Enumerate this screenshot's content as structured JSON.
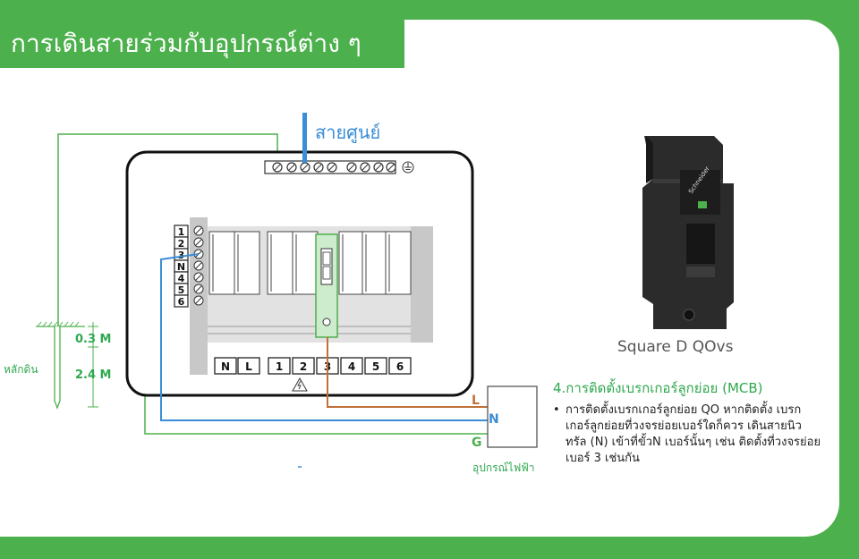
{
  "title": "การเดินสายร่วมกับอุปกรณ์ต่าง ๆ",
  "neutral_wire_label": "สายศูนย์",
  "product": {
    "brand": "Schneider",
    "model_label": "Square D QOvs"
  },
  "section": {
    "heading": "4.การติดตั้งเบรกเกอร์ลูกย่อย (MCB)",
    "bullet": "•",
    "text": "การติดตั้งเบรกเกอร์ลูกย่อย QO หากติดตั้ง เบรกเกอร์ลูกย่อยที่วงจรย่อยเบอร์ใดก็ควร เดินสายนิวทรัล (N) เข้าที่ขั้วN เบอร์นั้นๆ เช่น ติดตั้งที่วงจรย่อยเบอร์ 3 เช่นกัน"
  },
  "panel_labels": {
    "left_terminals": [
      "1",
      "2",
      "3",
      "N",
      "4",
      "5",
      "6"
    ],
    "bottom_terminals": [
      "N",
      "L",
      "1",
      "2",
      "3",
      "4",
      "5",
      "6"
    ]
  },
  "device": {
    "label": "อุปกรณ์ไฟฟ้า",
    "L": "L",
    "N": "N",
    "G": "G"
  },
  "ground_rod": {
    "label": "หลักดิน",
    "depth_top": "0.3 M",
    "depth_rod": "2.4 M"
  },
  "colors": {
    "green": "#4cb04c",
    "blue": "#3a8dd6",
    "brown": "#c0703a"
  }
}
